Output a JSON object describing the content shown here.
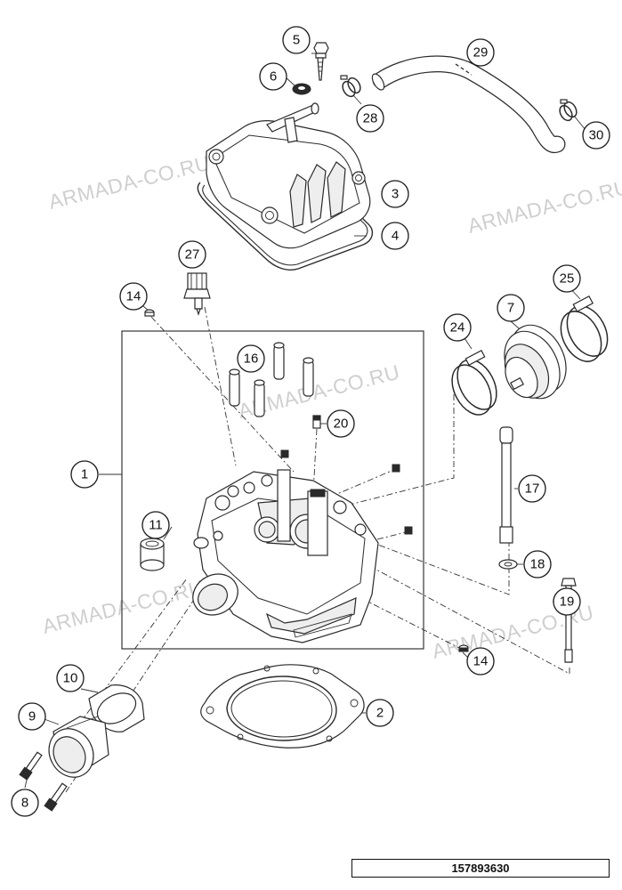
{
  "watermark_text": "ARMADA-CO.RU",
  "document_number": "157893630",
  "callouts": {
    "c1": "1",
    "c2": "2",
    "c3": "3",
    "c4": "4",
    "c5": "5",
    "c6": "6",
    "c7": "7",
    "c8": "8",
    "c9": "9",
    "c10": "10",
    "c11": "11",
    "c14a": "14",
    "c14b": "14",
    "c16": "16",
    "c17": "17",
    "c18": "18",
    "c19": "19",
    "c20": "20",
    "c24": "24",
    "c25": "25",
    "c27": "27",
    "c28": "28",
    "c29": "29",
    "c30": "30"
  }
}
